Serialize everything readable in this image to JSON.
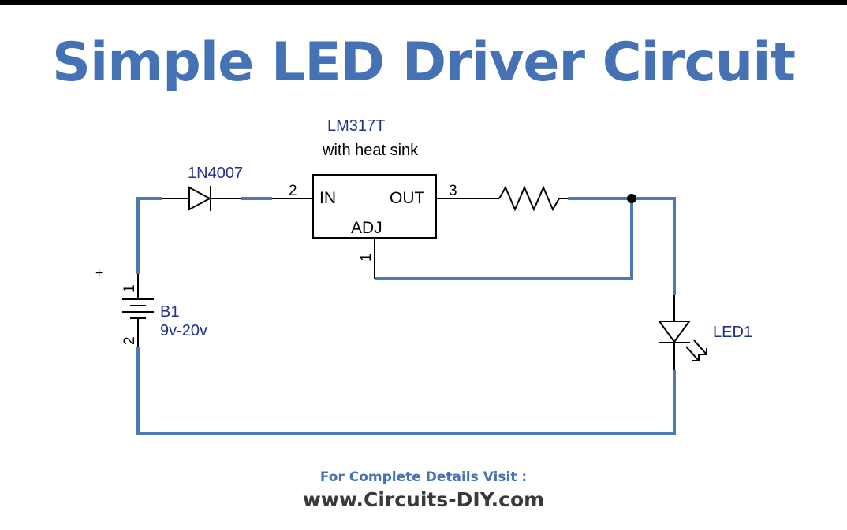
{
  "title": "Simple LED Driver Circuit",
  "colors": {
    "title": "#4472b4",
    "wire": "#4c78b3",
    "component": "#000000",
    "label": "#1f2f8a",
    "footer_line1": "#4472b4",
    "footer_line2": "#3a3a3a",
    "top_bar": "#000000"
  },
  "components": {
    "regulator": {
      "part": "LM317T",
      "note": "with heat sink",
      "pin_in_label": "IN",
      "pin_out_label": "OUT",
      "pin_adj_label": "ADJ",
      "pin_in_number": "2",
      "pin_out_number": "3",
      "pin_adj_number": "1"
    },
    "diode": {
      "part": "1N4007"
    },
    "battery": {
      "ref": "B1",
      "value": "9v-20v",
      "polarity": "+",
      "pin_top": "1",
      "pin_bottom": "2"
    },
    "led": {
      "ref": "LED1"
    }
  },
  "footer": {
    "line1": "For Complete Details Visit :",
    "line2": "www.Circuits-DIY.com"
  }
}
